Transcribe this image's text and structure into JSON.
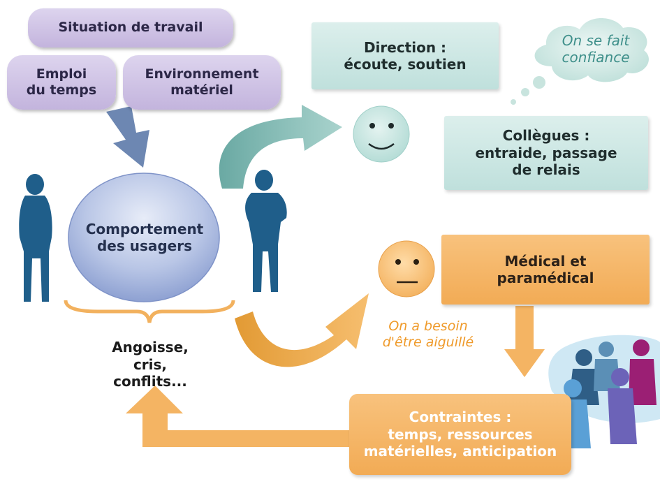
{
  "boxes": {
    "situation": "Situation de travail",
    "emploi": "Emploi\ndu temps",
    "environnement": "Environnement\nmatériel",
    "comportement": "Comportement\ndes usagers",
    "direction": "Direction :\nécoute, soutien",
    "collegues": "Collègues :\nentraide, passage\nde relais",
    "medical": "Médical et\nparamédical",
    "contraintes": "Contraintes :\ntemps, ressources\nmatérielles, anticipation",
    "angoisse": "Angoisse,\ncris,\nconflits..."
  },
  "notes": {
    "confiance": "On se fait\nconfiance",
    "aiguille": "On a besoin\nd'être aiguillé"
  },
  "colors": {
    "purple": "#c9bde3",
    "teal": "#cfe8e4",
    "orange": "#f4b463",
    "silhouette": "#1f5e8a",
    "italic_orange": "#ef9a2a",
    "teal_text": "#3e8f8a"
  },
  "icons": [
    "smiley-happy-icon",
    "smiley-neutral-icon",
    "woman-silhouette-icon",
    "man-silhouette-icon",
    "people-group-icon",
    "thought-cloud-icon"
  ]
}
